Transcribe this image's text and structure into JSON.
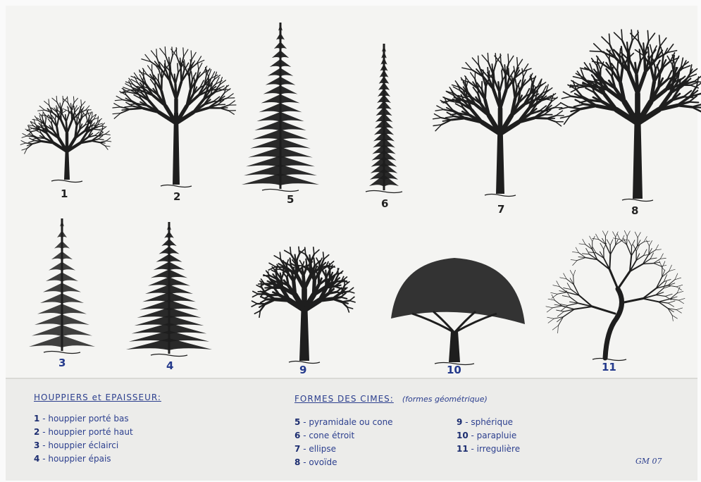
{
  "tree_numbers": [
    "1",
    "2",
    "5",
    "6",
    "7",
    "8",
    "3",
    "4",
    "9",
    "10",
    "11"
  ],
  "legend_left": {
    "title": "HOUPPIERS et EPAISSEUR:",
    "items": [
      {
        "num": "1",
        "text": "- houppier porté bas"
      },
      {
        "num": "2",
        "text": "- houppier porté haut"
      },
      {
        "num": "3",
        "text": "- houppier éclairci"
      },
      {
        "num": "4",
        "text": "- houppier épais"
      }
    ]
  },
  "legend_mid": {
    "title": "FORMES DES CIMES:",
    "note": "(formes géométrique)",
    "items": [
      {
        "num": "5",
        "text": "- pyramidale ou cone"
      },
      {
        "num": "6",
        "text": "- cone étroit"
      },
      {
        "num": "7",
        "text": "- ellipse"
      },
      {
        "num": "8",
        "text": "- ovoïde"
      }
    ]
  },
  "legend_right": {
    "items": [
      {
        "num": "9",
        "text": "- sphérique"
      },
      {
        "num": "10",
        "text": "- parapluie"
      },
      {
        "num": "11",
        "text": "- irregulière"
      }
    ]
  },
  "signature": "GM 07",
  "colors": {
    "ink": "#1e1e1e",
    "blue_ink": "#2c3f8e"
  }
}
